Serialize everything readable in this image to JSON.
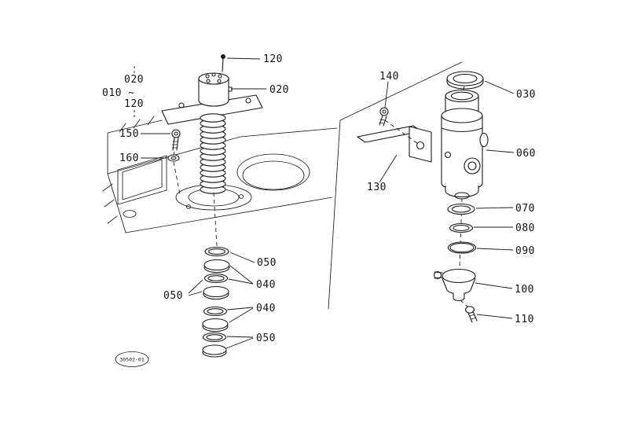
{
  "stamp": "30502-01",
  "labels": {
    "p010_group": "010 ~",
    "p020": "020",
    "p030": "030",
    "p040": "040",
    "p050": "050",
    "p060": "060",
    "p070": "070",
    "p080": "080",
    "p090": "090",
    "p100": "100",
    "p110": "110",
    "p120": "120",
    "p130": "130",
    "p140": "140",
    "p150": "150",
    "p160": "160"
  }
}
